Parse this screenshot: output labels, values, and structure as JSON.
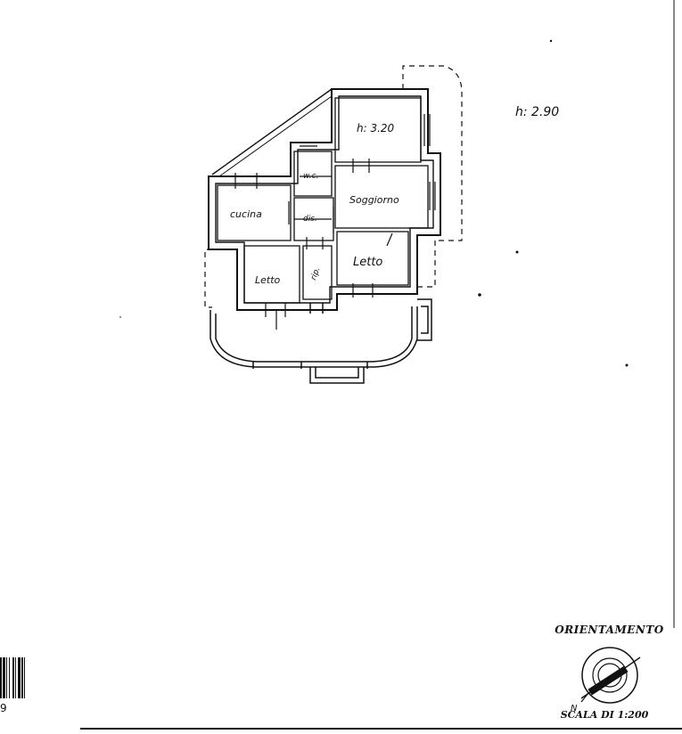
{
  "plan": {
    "labels": {
      "height_main": "h: 2.90",
      "height_room": "h: 3.20",
      "wc": "w.c.",
      "soggiorno": "Soggiorno",
      "cucina": "cucina",
      "dis": "dis.",
      "letto_left": "Letto",
      "letto_right": "Letto",
      "rip": "rip."
    }
  },
  "legend": {
    "orientation_title": "ORIENTAMENTO",
    "north_mark": "N",
    "scale_label": "SCALA DI 1:200"
  },
  "barcode": {
    "number": "9"
  },
  "colors": {
    "ink": "#111111",
    "wall_fill": "#e6e6e6",
    "paper": "#ffffff"
  }
}
